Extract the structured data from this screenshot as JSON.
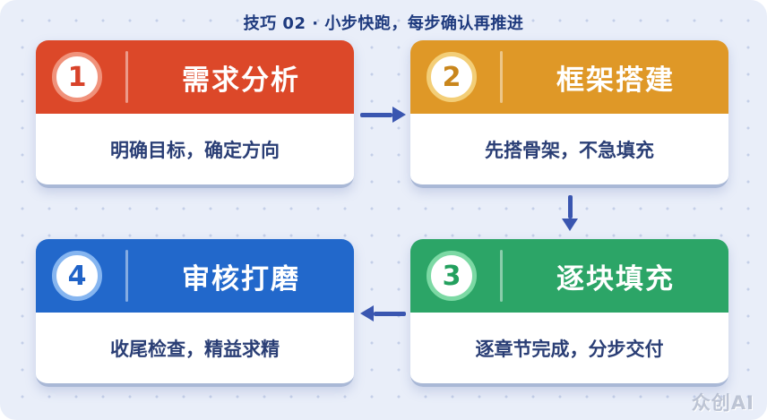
{
  "title": "技巧 02 · 小步快跑，每步确认再推进",
  "watermark": "众创AI",
  "colors": {
    "background": "#E9EEF9",
    "dot_pattern": "#C4CFE8",
    "title_text": "#1E3A7E",
    "subtitle_text": "#2A3E75",
    "header_text": "#FFFFFF",
    "arrow": "#3A56B0",
    "card_bottom_edge": "#A9B8D6"
  },
  "steps": [
    {
      "number": "1",
      "title": "需求分析",
      "subtitle": "明确目标，确定方向",
      "header_color": "#DC4829",
      "ring_color": "#F0927B",
      "number_color": "#D8432A"
    },
    {
      "number": "2",
      "title": "框架搭建",
      "subtitle": "先搭骨架，不急填充",
      "header_color": "#DF9827",
      "ring_color": "#F3CE77",
      "number_color": "#C9861C"
    },
    {
      "number": "3",
      "title": "逐块填充",
      "subtitle": "逐章节完成，分步交付",
      "header_color": "#2CA567",
      "ring_color": "#7CD9A4",
      "number_color": "#23A05E"
    },
    {
      "number": "4",
      "title": "审核打磨",
      "subtitle": "收尾检查，精益求精",
      "header_color": "#2268CB",
      "ring_color": "#85B5F0",
      "number_color": "#2063C8"
    }
  ]
}
